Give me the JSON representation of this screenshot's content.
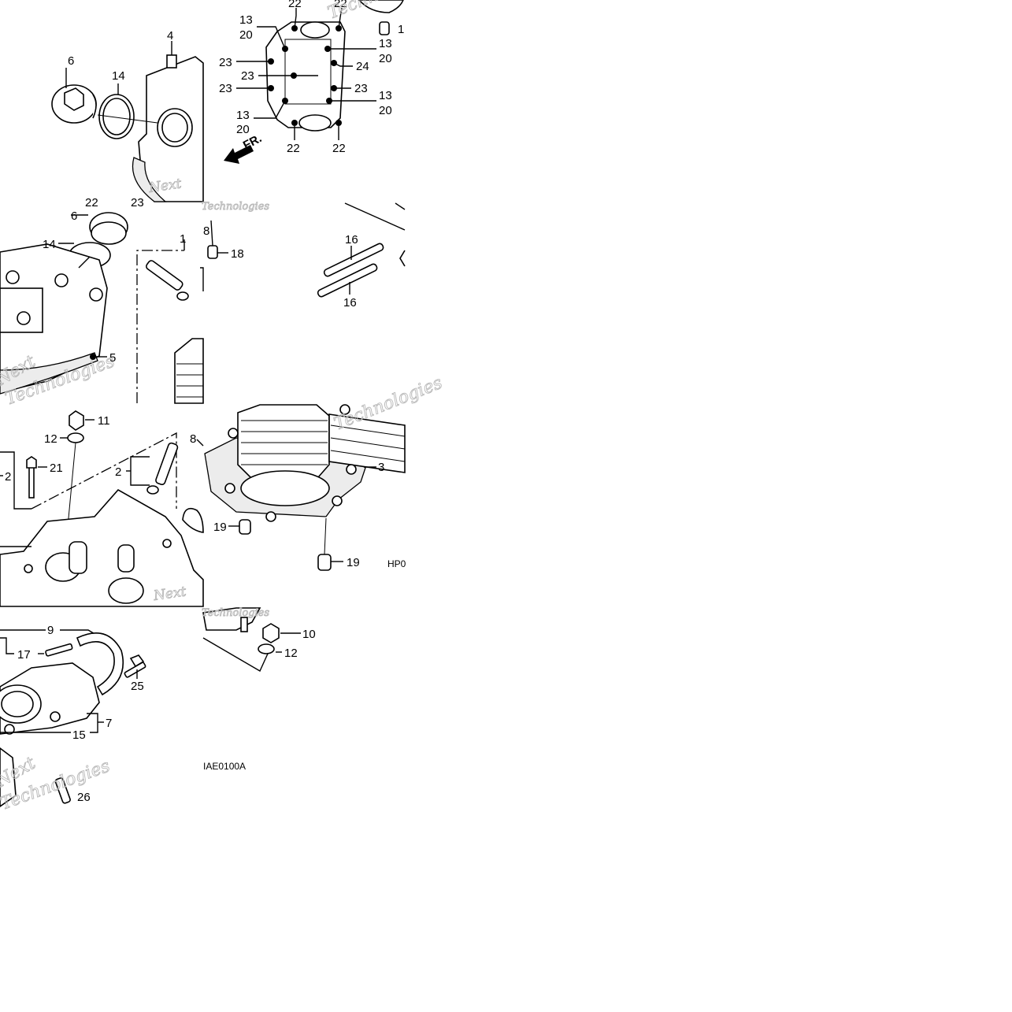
{
  "labels": {
    "tile_1": [
      "13",
      "20",
      "22",
      "22",
      "13",
      "20",
      "24",
      "23",
      "23",
      "23",
      "23",
      "13",
      "20",
      "13",
      "20",
      "22",
      "22",
      "1"
    ],
    "tile_2": [
      "4",
      "6",
      "14"
    ],
    "tile_3": [
      "6",
      "14",
      "22",
      "23",
      "5",
      "1",
      "8",
      "18"
    ],
    "tile_4": [
      "16",
      "16"
    ],
    "tile_5": [
      "11",
      "12",
      "21",
      "2",
      "2",
      "8"
    ],
    "tile_6": [
      "3",
      "19",
      "19"
    ],
    "tile_7": [
      "9",
      "17",
      "25",
      "7",
      "15",
      "26"
    ],
    "tile_8": [
      "10",
      "12"
    ]
  },
  "direction_marker": "FR.",
  "figure_codes": [
    "HP0",
    "IAE0100A"
  ],
  "watermarks": [
    "Next",
    "Technologies"
  ],
  "icons": [
    "front-direction-arrow-icon"
  ]
}
